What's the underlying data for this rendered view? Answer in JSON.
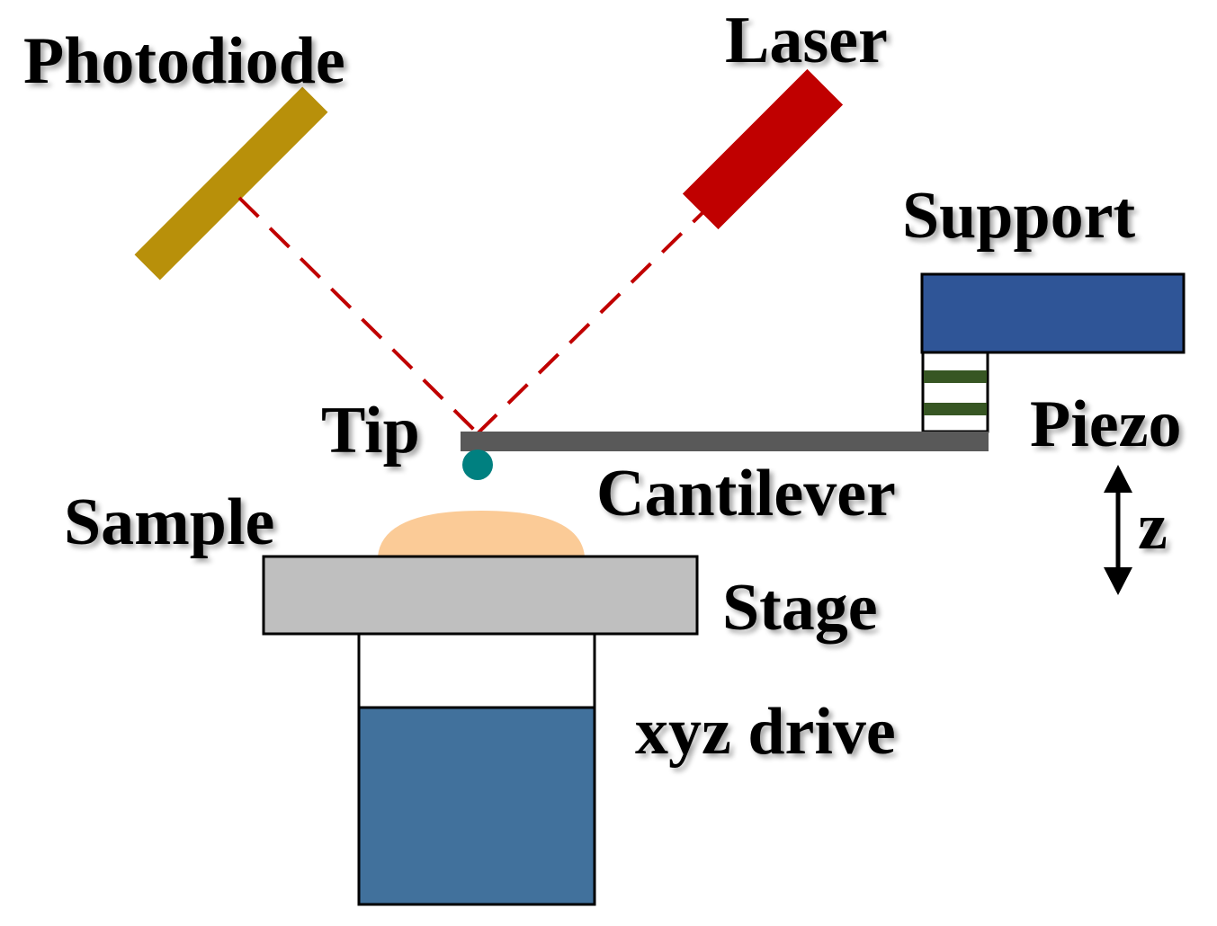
{
  "labels": {
    "photodiode": "Photodiode",
    "laser": "Laser",
    "support": "Support",
    "tip": "Tip",
    "piezo": "Piezo",
    "cantilever": "Cantilever",
    "sample": "Sample",
    "z_axis": "z",
    "stage": "Stage",
    "xyz_drive": "xyz drive"
  },
  "colors": {
    "photodiode": "#B8900A",
    "laser": "#C00000",
    "beam": "#C00000",
    "support": "#2F5597",
    "piezo_stripe": "#375623",
    "cantilever": "#595959",
    "tip": "#008080",
    "sample": "#FBCB97",
    "stage": "#BFBFBF",
    "xyz_drive": "#41719C",
    "text": "#000000"
  },
  "icons": {
    "z_arrow": "double-arrow-vertical-icon"
  }
}
